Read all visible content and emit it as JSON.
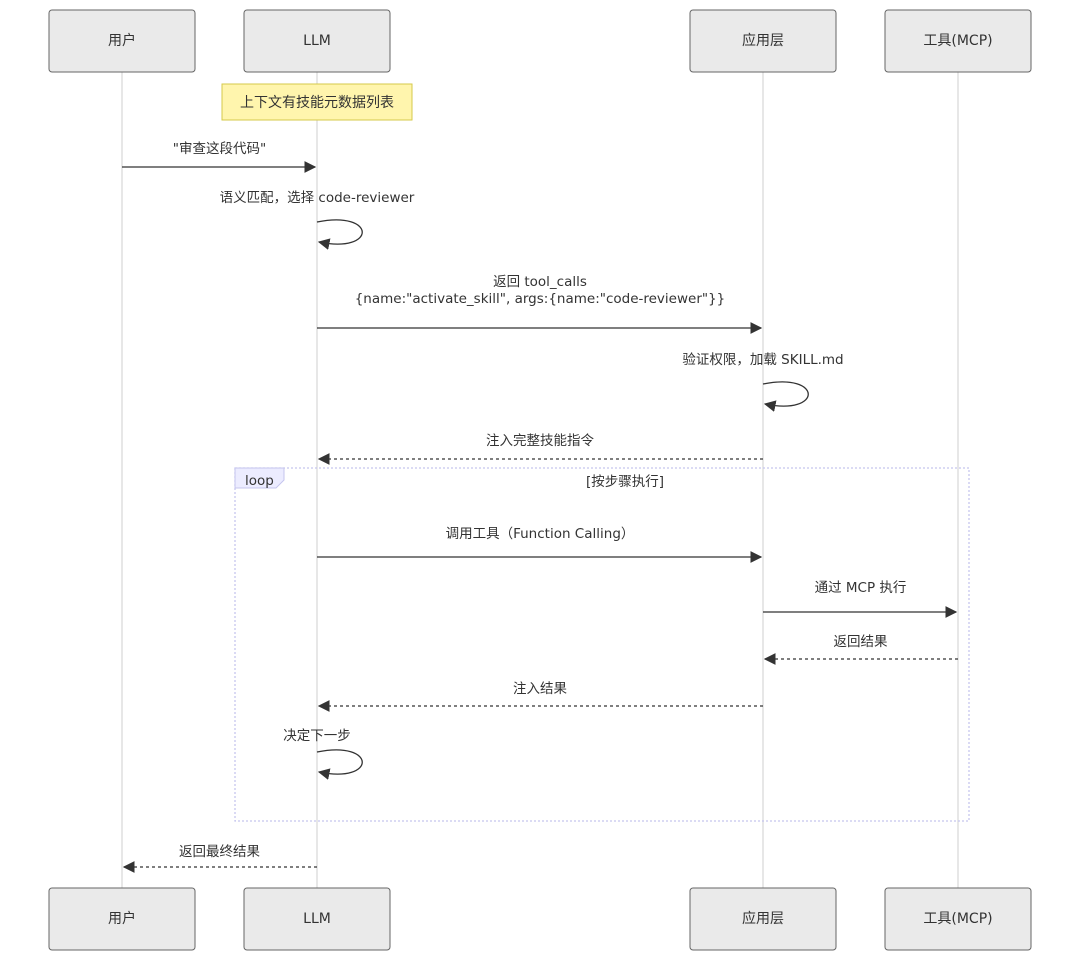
{
  "participants": [
    {
      "id": "user",
      "label": "用户"
    },
    {
      "id": "llm",
      "label": "LLM"
    },
    {
      "id": "app",
      "label": "应用层"
    },
    {
      "id": "tool",
      "label": "工具(MCP)"
    }
  ],
  "note": {
    "over": "llm",
    "text": "上下文有技能元数据列表"
  },
  "loop": {
    "label": "loop",
    "condition": "[按步骤执行]"
  },
  "messages": [
    {
      "from": "user",
      "to": "llm",
      "style": "solid",
      "lines": [
        "\"审查这段代码\""
      ]
    },
    {
      "from": "llm",
      "to": "llm",
      "style": "solid",
      "lines": [
        "语义匹配，选择 code-reviewer"
      ]
    },
    {
      "from": "llm",
      "to": "app",
      "style": "solid",
      "lines": [
        "返回 tool_calls",
        "{name:\"activate_skill\", args:{name:\"code-reviewer\"}}"
      ]
    },
    {
      "from": "app",
      "to": "app",
      "style": "solid",
      "lines": [
        "验证权限，加载 SKILL.md"
      ]
    },
    {
      "from": "app",
      "to": "llm",
      "style": "dashed",
      "lines": [
        "注入完整技能指令"
      ]
    },
    {
      "from": "llm",
      "to": "app",
      "style": "solid",
      "lines": [
        "调用工具（Function Calling）"
      ]
    },
    {
      "from": "app",
      "to": "tool",
      "style": "solid",
      "lines": [
        "通过 MCP 执行"
      ]
    },
    {
      "from": "tool",
      "to": "app",
      "style": "dashed",
      "lines": [
        "返回结果"
      ]
    },
    {
      "from": "app",
      "to": "llm",
      "style": "dashed",
      "lines": [
        "注入结果"
      ]
    },
    {
      "from": "llm",
      "to": "llm",
      "style": "solid",
      "lines": [
        "决定下一步"
      ]
    },
    {
      "from": "llm",
      "to": "user",
      "style": "dashed",
      "lines": [
        "返回最终结果"
      ]
    }
  ]
}
